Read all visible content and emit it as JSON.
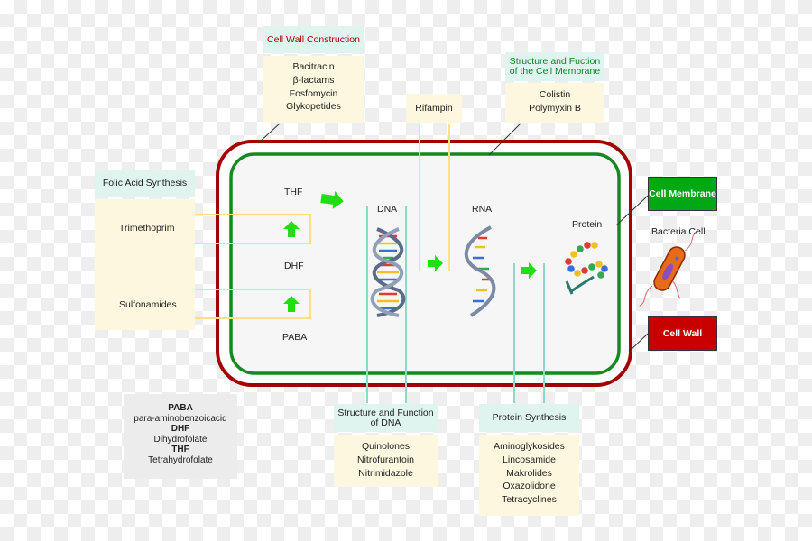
{
  "boxes": {
    "cell_wall_construction": {
      "title": "Cell Wall Construction",
      "items": [
        "Bacitracin",
        "β-lactams",
        "Fosfomycin",
        "Glykopetides"
      ]
    },
    "membrane": {
      "title": "Structure and Fuction of the Cell Membrane",
      "items": [
        "Colistin",
        "Polymyxin B"
      ]
    },
    "rifampin": {
      "label": "Rifampin"
    },
    "folic": {
      "title": "Folic Acid Synthesis",
      "trimethoprim": "Trimethoprim",
      "sulfonamides": "Sulfonamides"
    },
    "dna": {
      "title": "Structure and Function of DNA",
      "items": [
        "Quinolones",
        "Nitrofurantoin",
        "Nitrimidazole"
      ]
    },
    "protein_synthesis": {
      "title": "Protein Synthesis",
      "items": [
        "Aminoglykosides",
        "Lincosamide",
        "Makrolides",
        "Oxazolidone",
        "Tetracyclines"
      ]
    }
  },
  "cell_labels": {
    "thf": "THF",
    "dhf": "DHF",
    "paba": "PABA",
    "dna": "DNA",
    "rna": "RNA",
    "protein": "Protein",
    "bacteria_cell": "Bacteria Cell"
  },
  "legend_buttons": {
    "cell_membrane": "Cell Membrane",
    "cell_wall": "Cell Wall"
  },
  "glossary": {
    "paba_term": "PABA",
    "paba_def": "para-aminobenzoicacid",
    "dhf_term": "DHF",
    "dhf_def": "Dihydrofolate",
    "thf_term": "THF",
    "thf_def": "Tetrahydrofolate"
  },
  "colors": {
    "cell_wall": "#a40000",
    "cell_membrane": "#138a1e",
    "arrow": "#22dd11",
    "target_line": "#ffe27a",
    "dna_line": "#8fd8c8",
    "button_green": "#00a815",
    "button_red": "#c80000"
  }
}
